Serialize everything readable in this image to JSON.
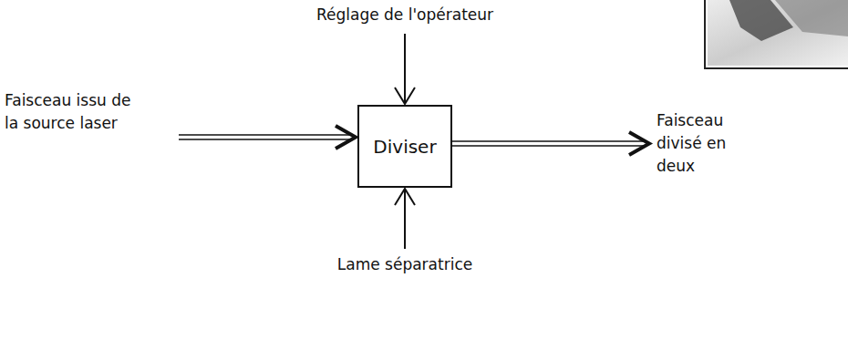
{
  "diagram": {
    "nodes": [
      {
        "text": [
          "Diviser"
        ]
      }
    ],
    "labels": [
      "Réglage de l'opérateur",
      "Faisceau issu de la source laser",
      "Lame séparatrice",
      "Faisceau divisé en deux"
    ]
  }
}
